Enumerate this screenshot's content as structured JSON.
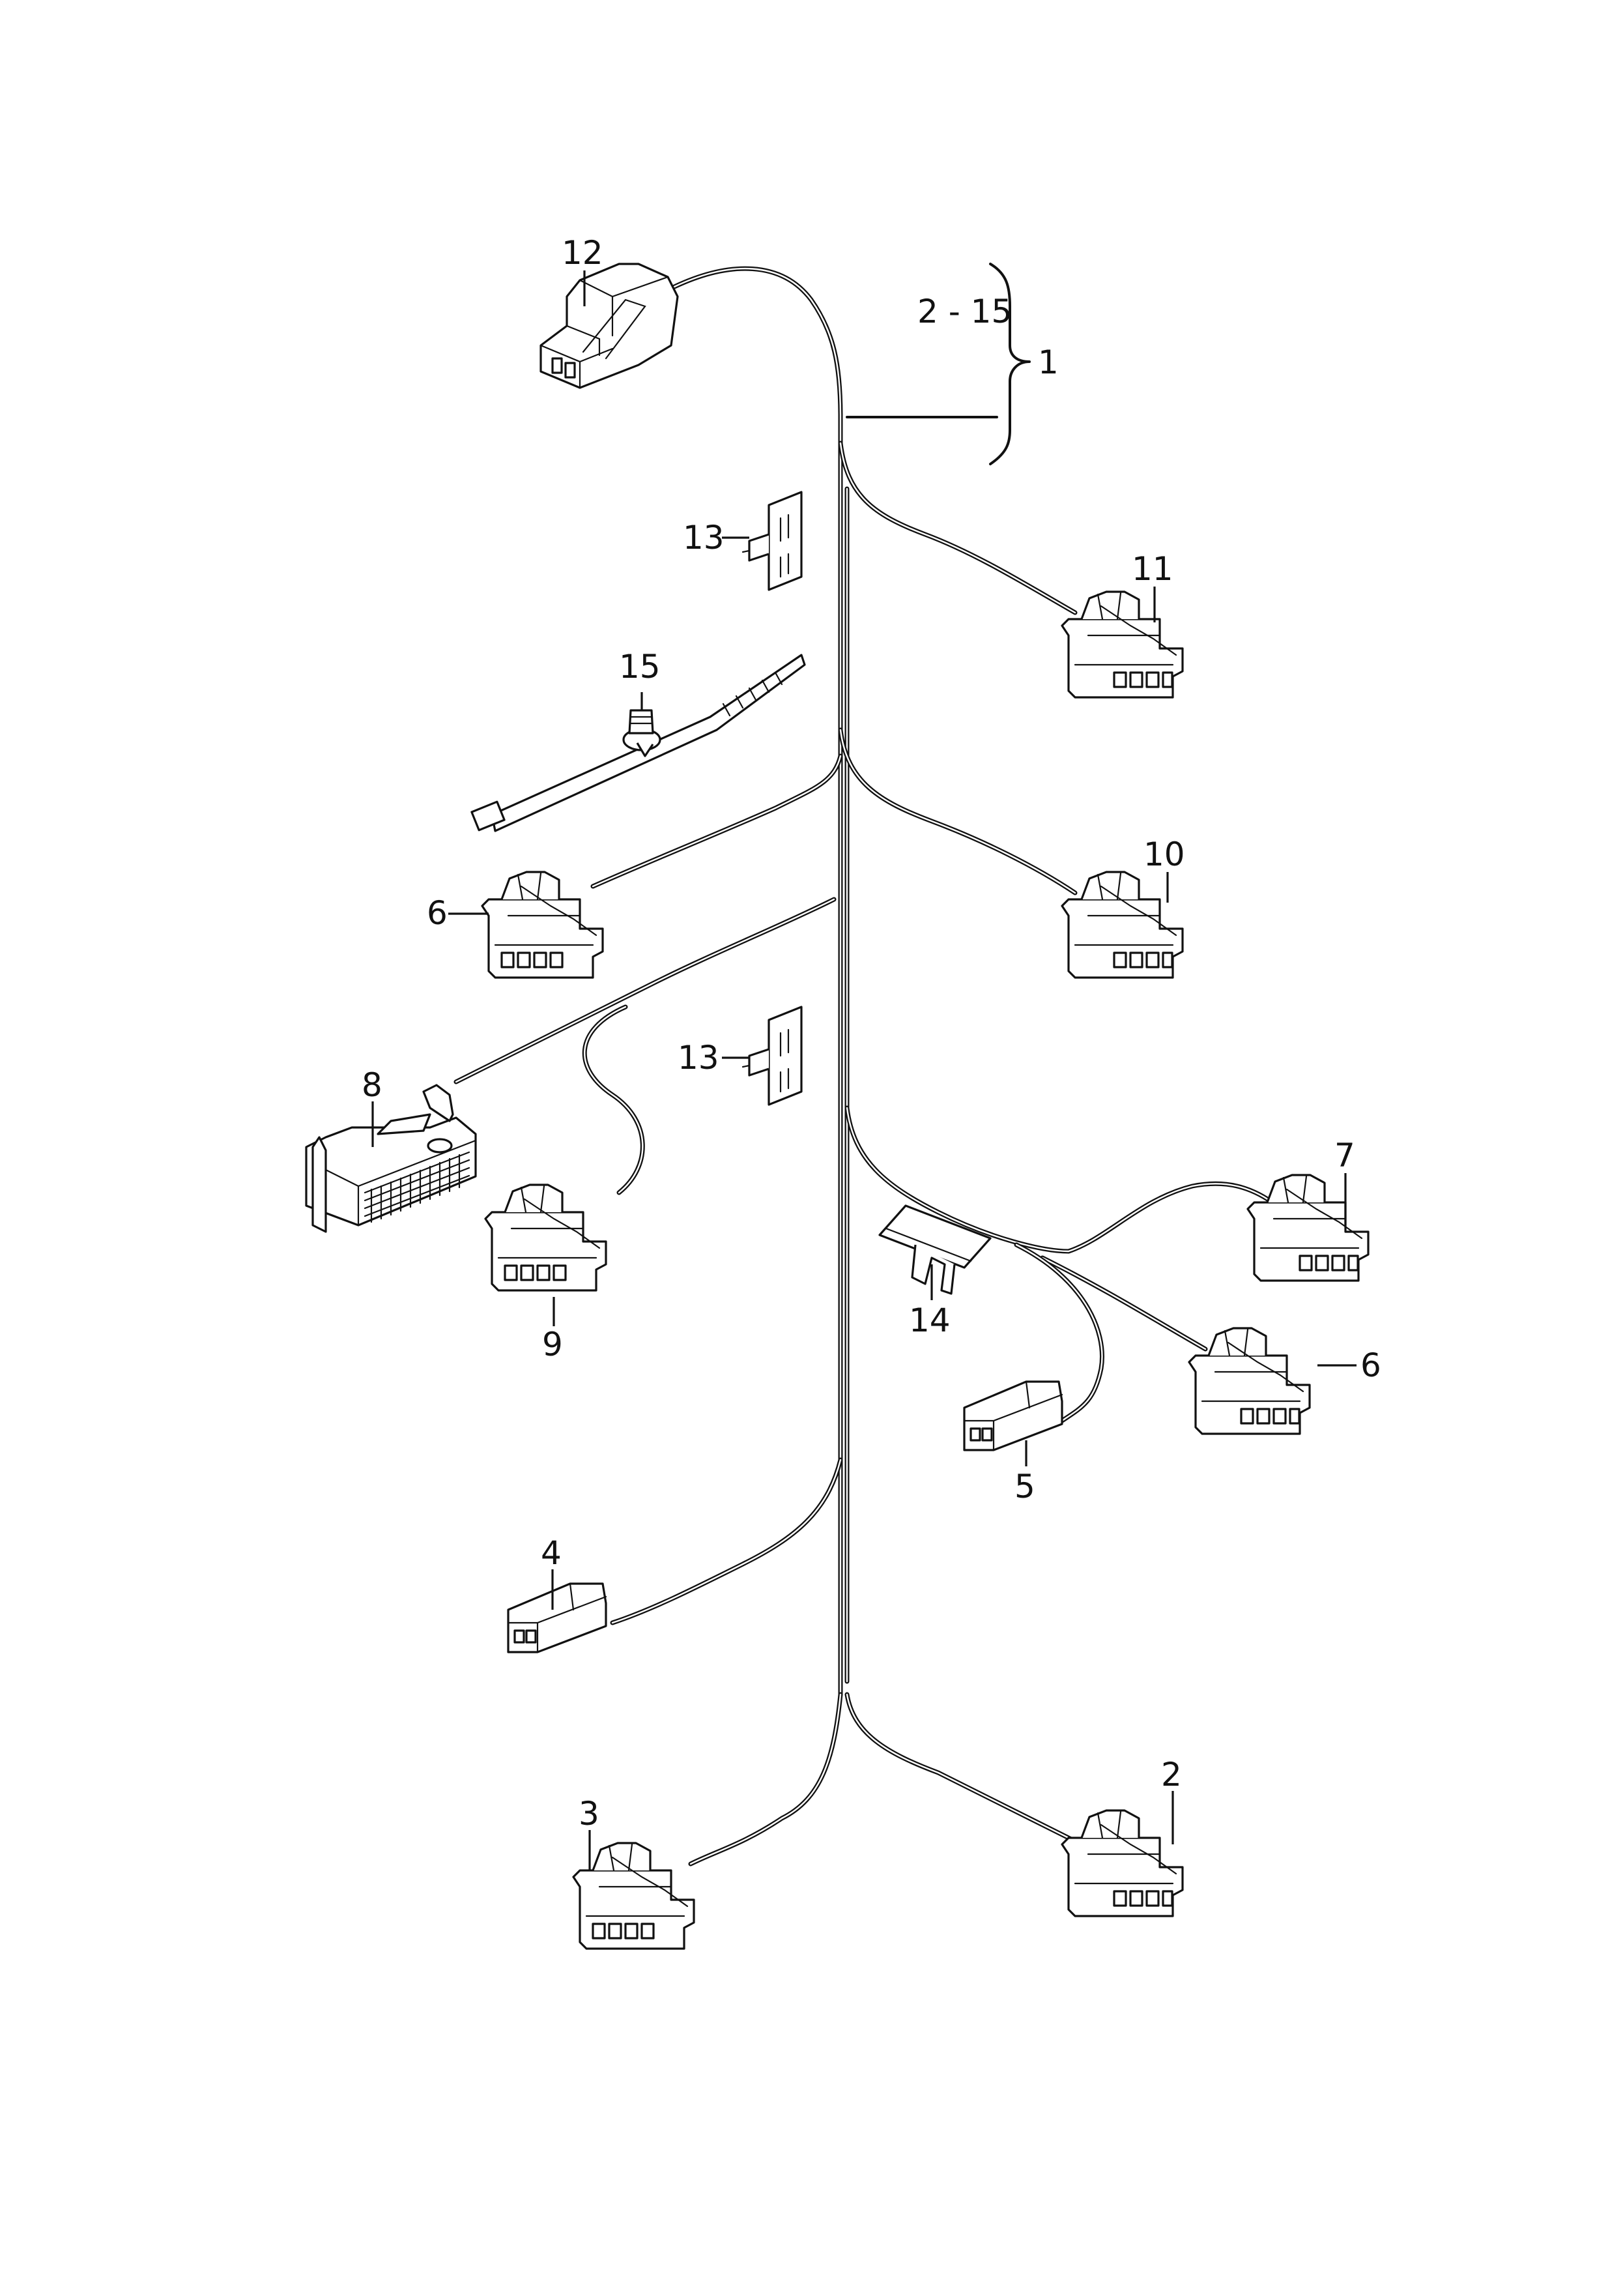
{
  "callouts": {
    "c1": "1",
    "c2_15": "2 - 15",
    "c2": "2",
    "c3": "3",
    "c4": "4",
    "c5": "5",
    "c6a": "6",
    "c6b": "6",
    "c7": "7",
    "c8": "8",
    "c9": "9",
    "c10": "10",
    "c11": "11",
    "c12": "12",
    "c13a": "13",
    "c13b": "13",
    "c14": "14",
    "c15": "15"
  }
}
